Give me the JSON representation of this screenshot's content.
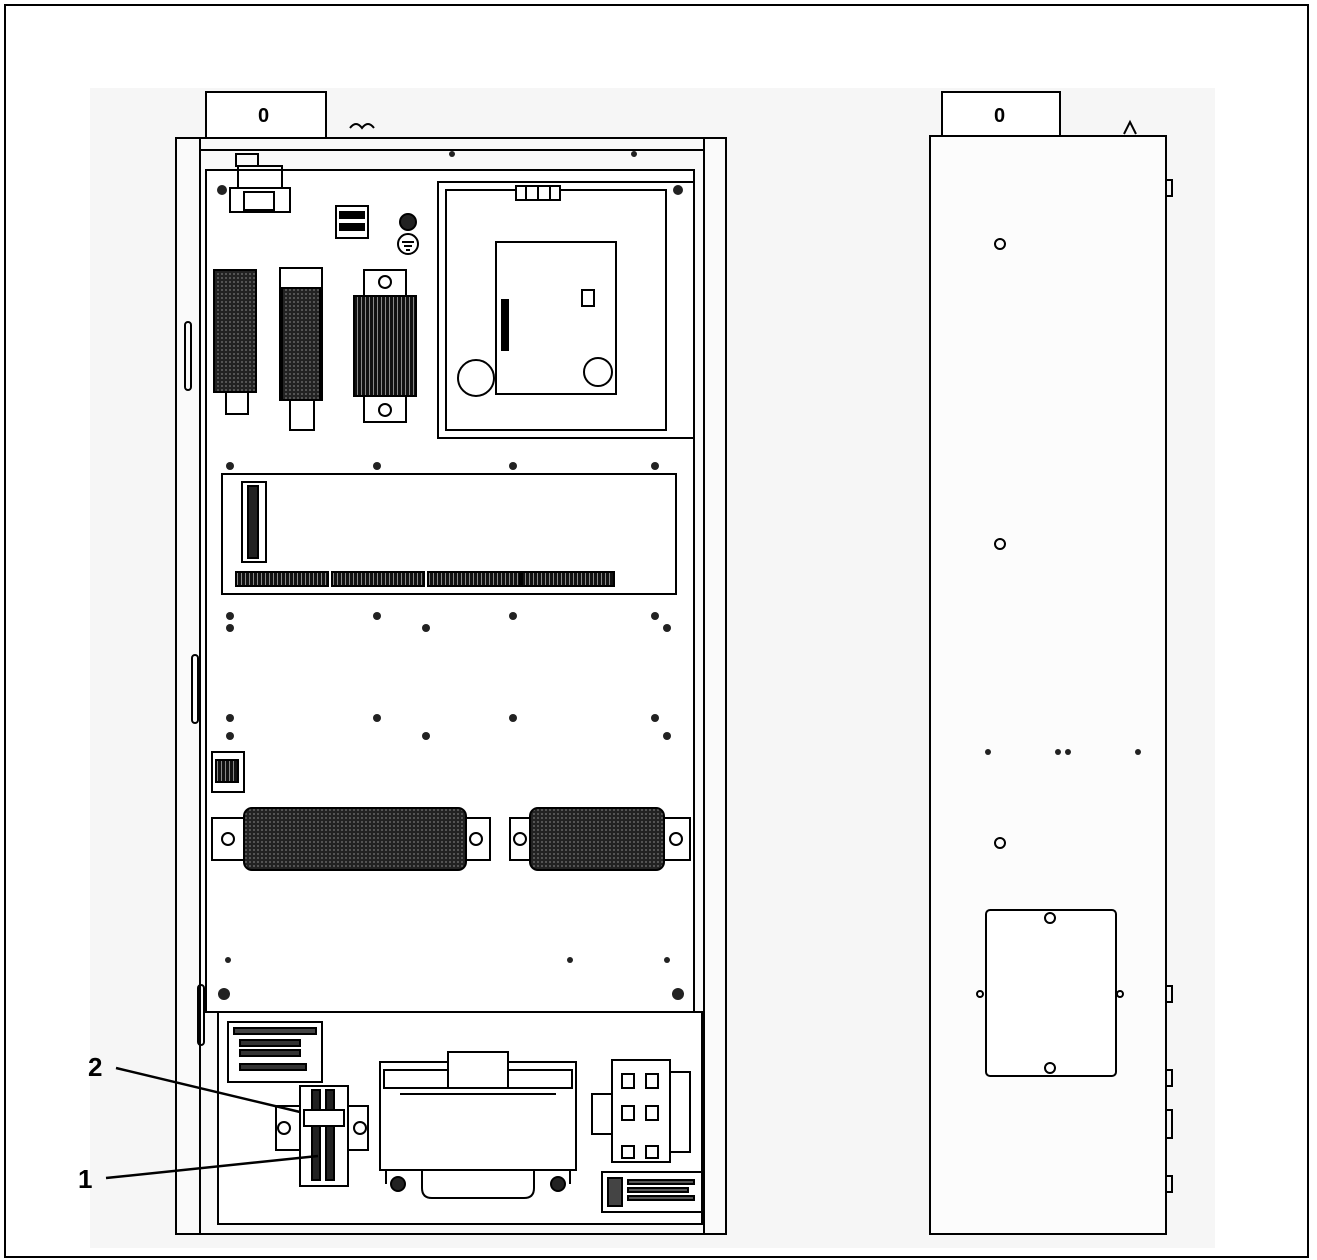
{
  "callouts": {
    "one": "1",
    "two": "2"
  },
  "switch_labels": {
    "front": "0",
    "side": "0"
  },
  "colors": {
    "line": "#000000",
    "shade": "#f4f4f4",
    "terminal": "#1a1a1a"
  },
  "icons": {
    "rotary_switch": "disconnect-switch-icon",
    "transformer": "transformer-icon",
    "terminal_block": "terminal-block-icon",
    "ground": "ground-symbol-icon"
  }
}
